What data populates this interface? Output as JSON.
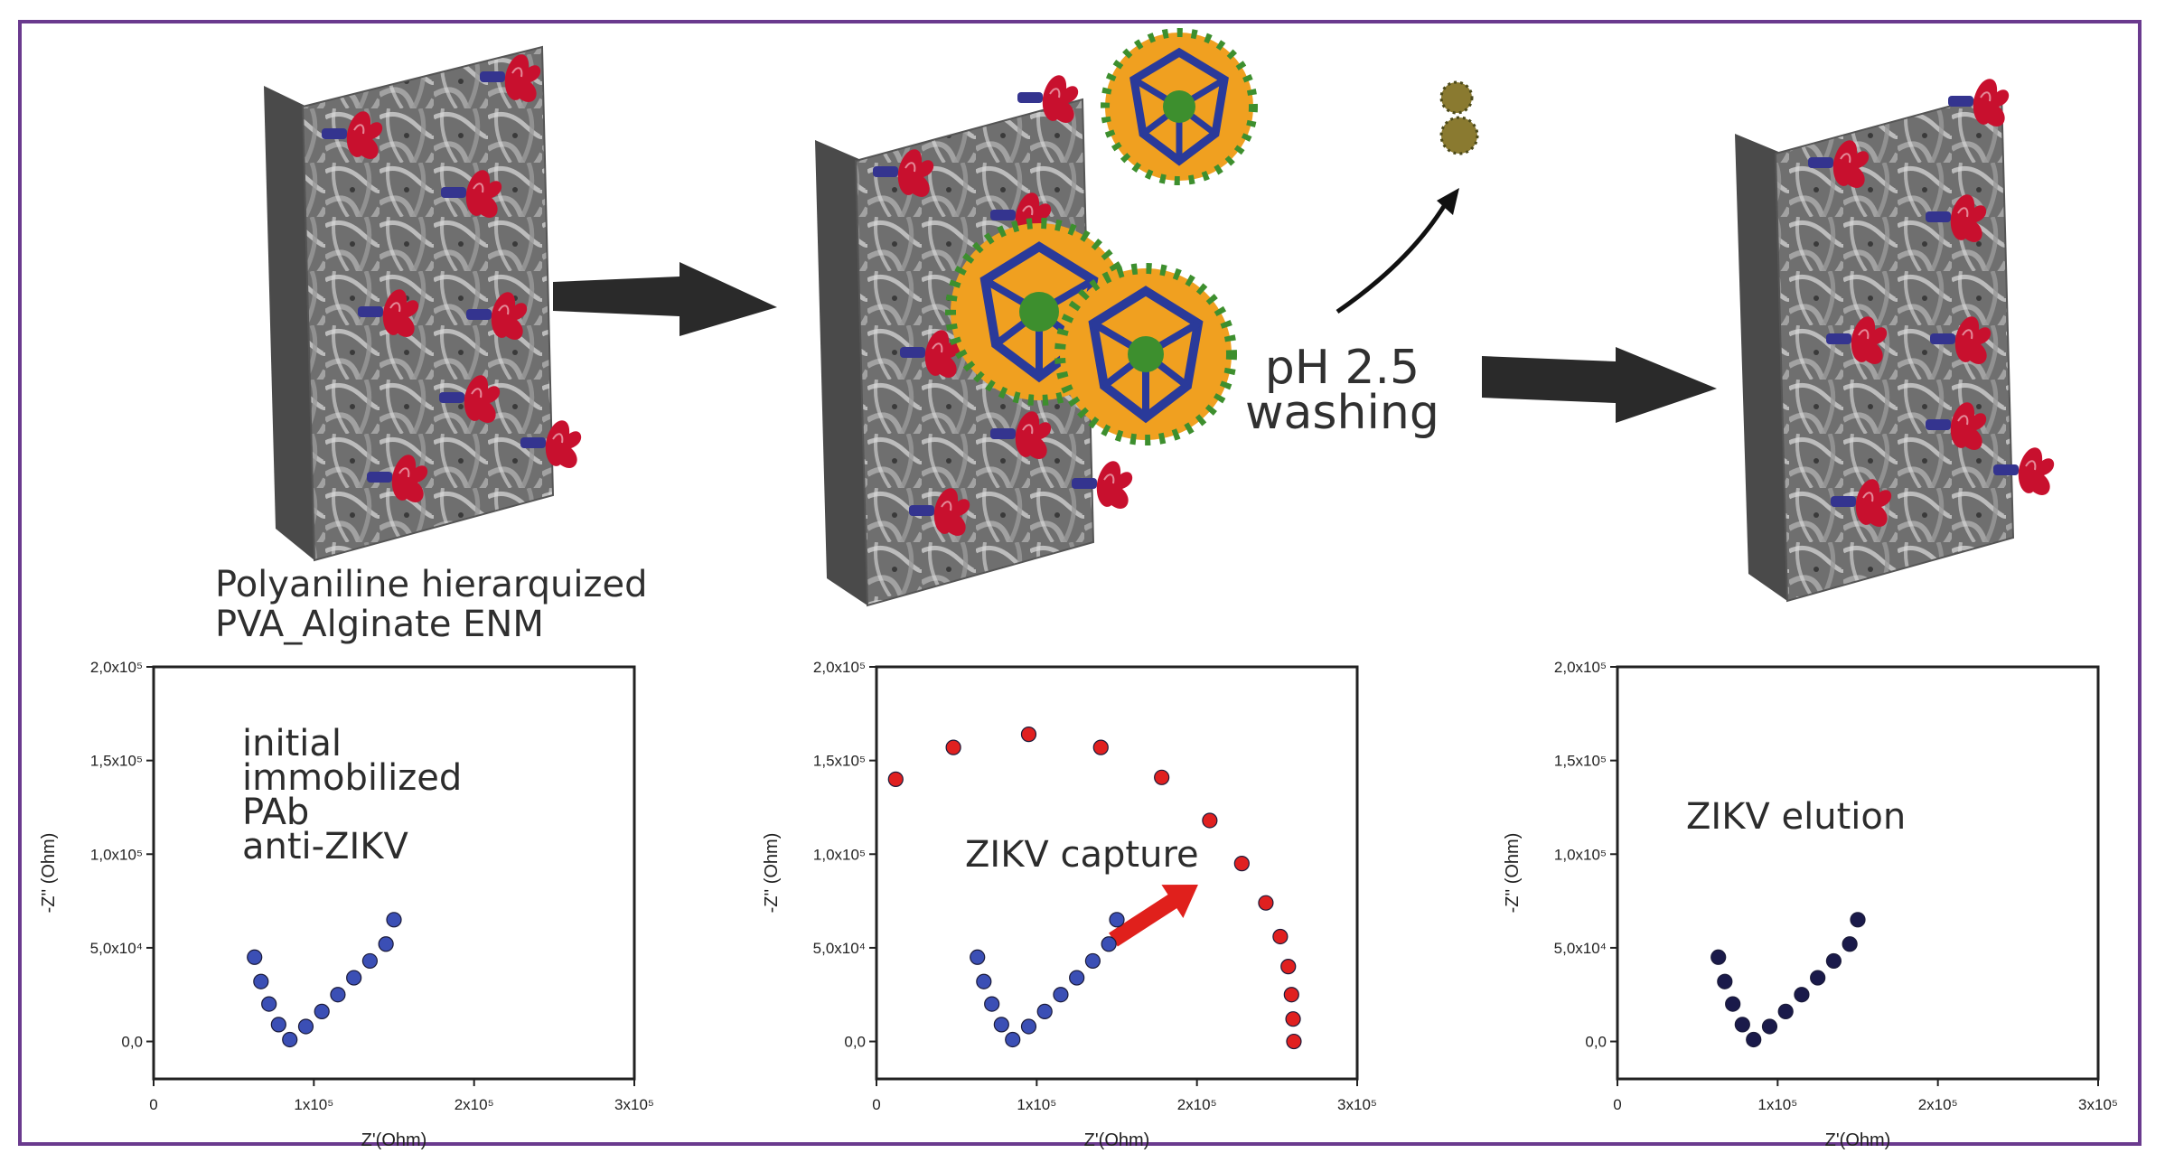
{
  "labels": {
    "membrane_caption": [
      "Polyaniline hierarquized",
      "PVA_Alginate ENM"
    ],
    "elution_condition": [
      "pH 2.5",
      "washing"
    ]
  },
  "colors": {
    "frame": "#6a3a8e",
    "antibody": "#c8102e",
    "linker": "#34348f",
    "virus_shell": "#f0a020",
    "virus_inner": "#3d8f2e",
    "virus_mesh": "#2a3a9a",
    "arrow": "#2a2a2a",
    "red_arrow": "#e0201c"
  },
  "chart_data": [
    {
      "type": "scatter",
      "annotation": [
        "initial",
        "immobilized",
        "PAb",
        "anti-ZIKV"
      ],
      "xlabel": "Z'(Ohm)",
      "ylabel": "-Z'' (Ohm)",
      "xlim": [
        0,
        300000
      ],
      "ylim": [
        -20000,
        200000
      ],
      "xticks": [
        "0",
        "1x10⁵",
        "2x10⁵",
        "3x10⁵"
      ],
      "yticks": [
        "0,0",
        "5,0x10⁴",
        "1,0x10⁵",
        "1,5x10⁵",
        "2,0x10⁵"
      ],
      "series": [
        {
          "color": "#3b4fb5",
          "x": [
            63000,
            67000,
            72000,
            78000,
            85000,
            95000,
            105000,
            115000,
            125000,
            135000,
            145000,
            150000
          ],
          "y": [
            45000,
            32000,
            20000,
            9000,
            1000,
            8000,
            16000,
            25000,
            34000,
            43000,
            52000,
            65000
          ]
        }
      ]
    },
    {
      "type": "scatter",
      "annotation": [
        "ZIKV capture"
      ],
      "xlabel": "Z'(Ohm)",
      "ylabel": "-Z'' (Ohm)",
      "xlim": [
        0,
        300000
      ],
      "ylim": [
        -20000,
        200000
      ],
      "xticks": [
        "0",
        "1x10⁵",
        "2x10⁵",
        "3x10⁵"
      ],
      "yticks": [
        "0,0",
        "5,0x10⁴",
        "1,0x10⁵",
        "1,5x10⁵",
        "2,0x10⁵"
      ],
      "series": [
        {
          "color": "#3b4fb5",
          "x": [
            63000,
            67000,
            72000,
            78000,
            85000,
            95000,
            105000,
            115000,
            125000,
            135000,
            145000,
            150000
          ],
          "y": [
            45000,
            32000,
            20000,
            9000,
            1000,
            8000,
            16000,
            25000,
            34000,
            43000,
            52000,
            65000
          ]
        },
        {
          "color": "#e02020",
          "x": [
            12000,
            48000,
            95000,
            140000,
            178000,
            208000,
            228000,
            243000,
            252000,
            257000,
            259000,
            260000,
            260500
          ],
          "y": [
            140000,
            157000,
            164000,
            157000,
            141000,
            118000,
            95000,
            74000,
            56000,
            40000,
            25000,
            12000,
            0
          ]
        }
      ]
    },
    {
      "type": "scatter",
      "annotation": [
        "ZIKV elution"
      ],
      "xlabel": "Z'(Ohm)",
      "ylabel": "-Z'' (Ohm)",
      "xlim": [
        0,
        300000
      ],
      "ylim": [
        -20000,
        200000
      ],
      "xticks": [
        "0",
        "1x10⁵",
        "2x10⁵",
        "3x10⁵"
      ],
      "yticks": [
        "0,0",
        "5,0x10⁴",
        "1,0x10⁵",
        "1,5x10⁵",
        "2,0x10⁵"
      ],
      "series": [
        {
          "color": "#1a1a4a",
          "x": [
            63000,
            67000,
            72000,
            78000,
            85000,
            95000,
            105000,
            115000,
            125000,
            135000,
            145000,
            150000
          ],
          "y": [
            45000,
            32000,
            20000,
            9000,
            1000,
            8000,
            16000,
            25000,
            34000,
            43000,
            52000,
            65000
          ]
        }
      ]
    }
  ]
}
